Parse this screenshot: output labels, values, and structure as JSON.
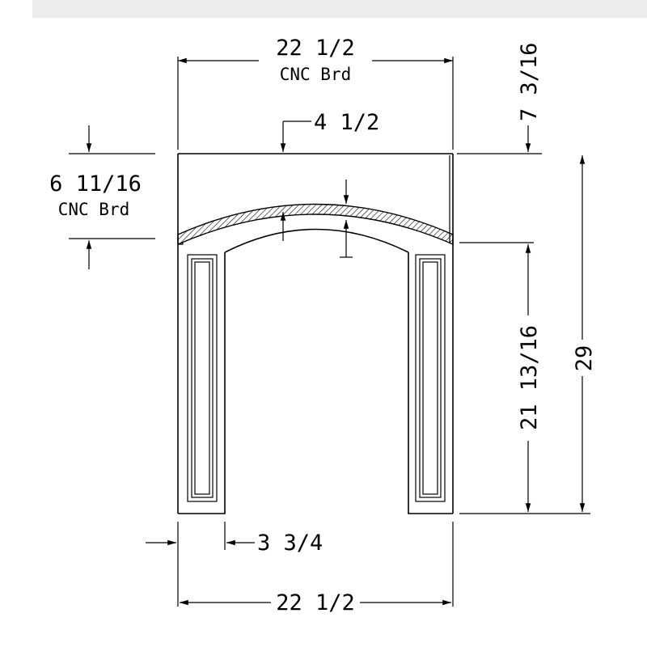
{
  "diagram": {
    "top_width": {
      "value": "22 1/2",
      "note": "CNC Brd"
    },
    "header_offset": "4 1/2",
    "right_top_gap": "7 3/16",
    "header_height": {
      "value": "6 11/16",
      "note": "CNC Brd"
    },
    "leg_height": "21 13/16",
    "overall_height": "29",
    "leg_width": "3 3/4",
    "bottom_width": "22 1/2"
  }
}
